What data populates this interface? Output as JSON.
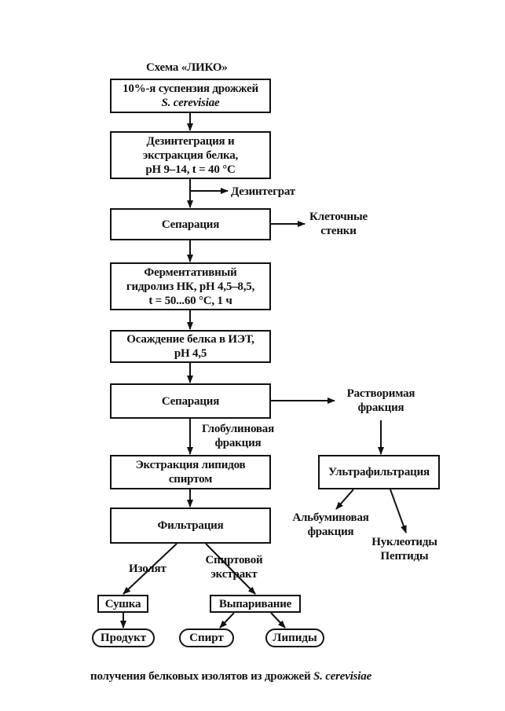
{
  "title": "Схема «ЛИКО»",
  "boxes": {
    "suspension": [
      "10%-я суспензия дрожжей",
      "S. cerevisiae"
    ],
    "disintegration": [
      "Дезинтеграция и",
      "экстракция белка,",
      "pH 9–14, t = 40 °C"
    ],
    "separation1": "Сепарация",
    "hydrolysis": [
      "Ферментативный",
      "гидролиз НК, pH 4,5–8,5,",
      "t = 50...60 °C, 1 ч"
    ],
    "precipitation": [
      "Осаждение белка в ИЭТ,",
      "pH 4,5"
    ],
    "separation2": "Сепарация",
    "lipid_extraction": [
      "Экстракция липидов",
      "спиртом"
    ],
    "filtration": "Фильтрация",
    "ultrafiltration": "Ультрафильтрация",
    "drying": "Сушка",
    "evaporation": "Выпаривание"
  },
  "pills": {
    "product": "Продукт",
    "alcohol": "Спирт",
    "lipids": "Липиды"
  },
  "labels": {
    "disintegrate": "Дезинтеграт",
    "cell_walls": [
      "Клеточные",
      "стенки"
    ],
    "soluble_fraction": [
      "Растворимая",
      "фракция"
    ],
    "globulin_fraction": [
      "Глобулиновая",
      "фракция"
    ],
    "albumin_fraction": [
      "Альбуминовая",
      "фракция"
    ],
    "nucleotides_peptides": [
      "Нуклеотиды",
      "Пептиды"
    ],
    "isolate": "Изолят",
    "alcohol_extract": [
      "Спиртовой",
      "экстракт"
    ]
  },
  "caption": [
    "получения белковых изолятов из дрожжей ",
    "S. cerevisiae"
  ]
}
